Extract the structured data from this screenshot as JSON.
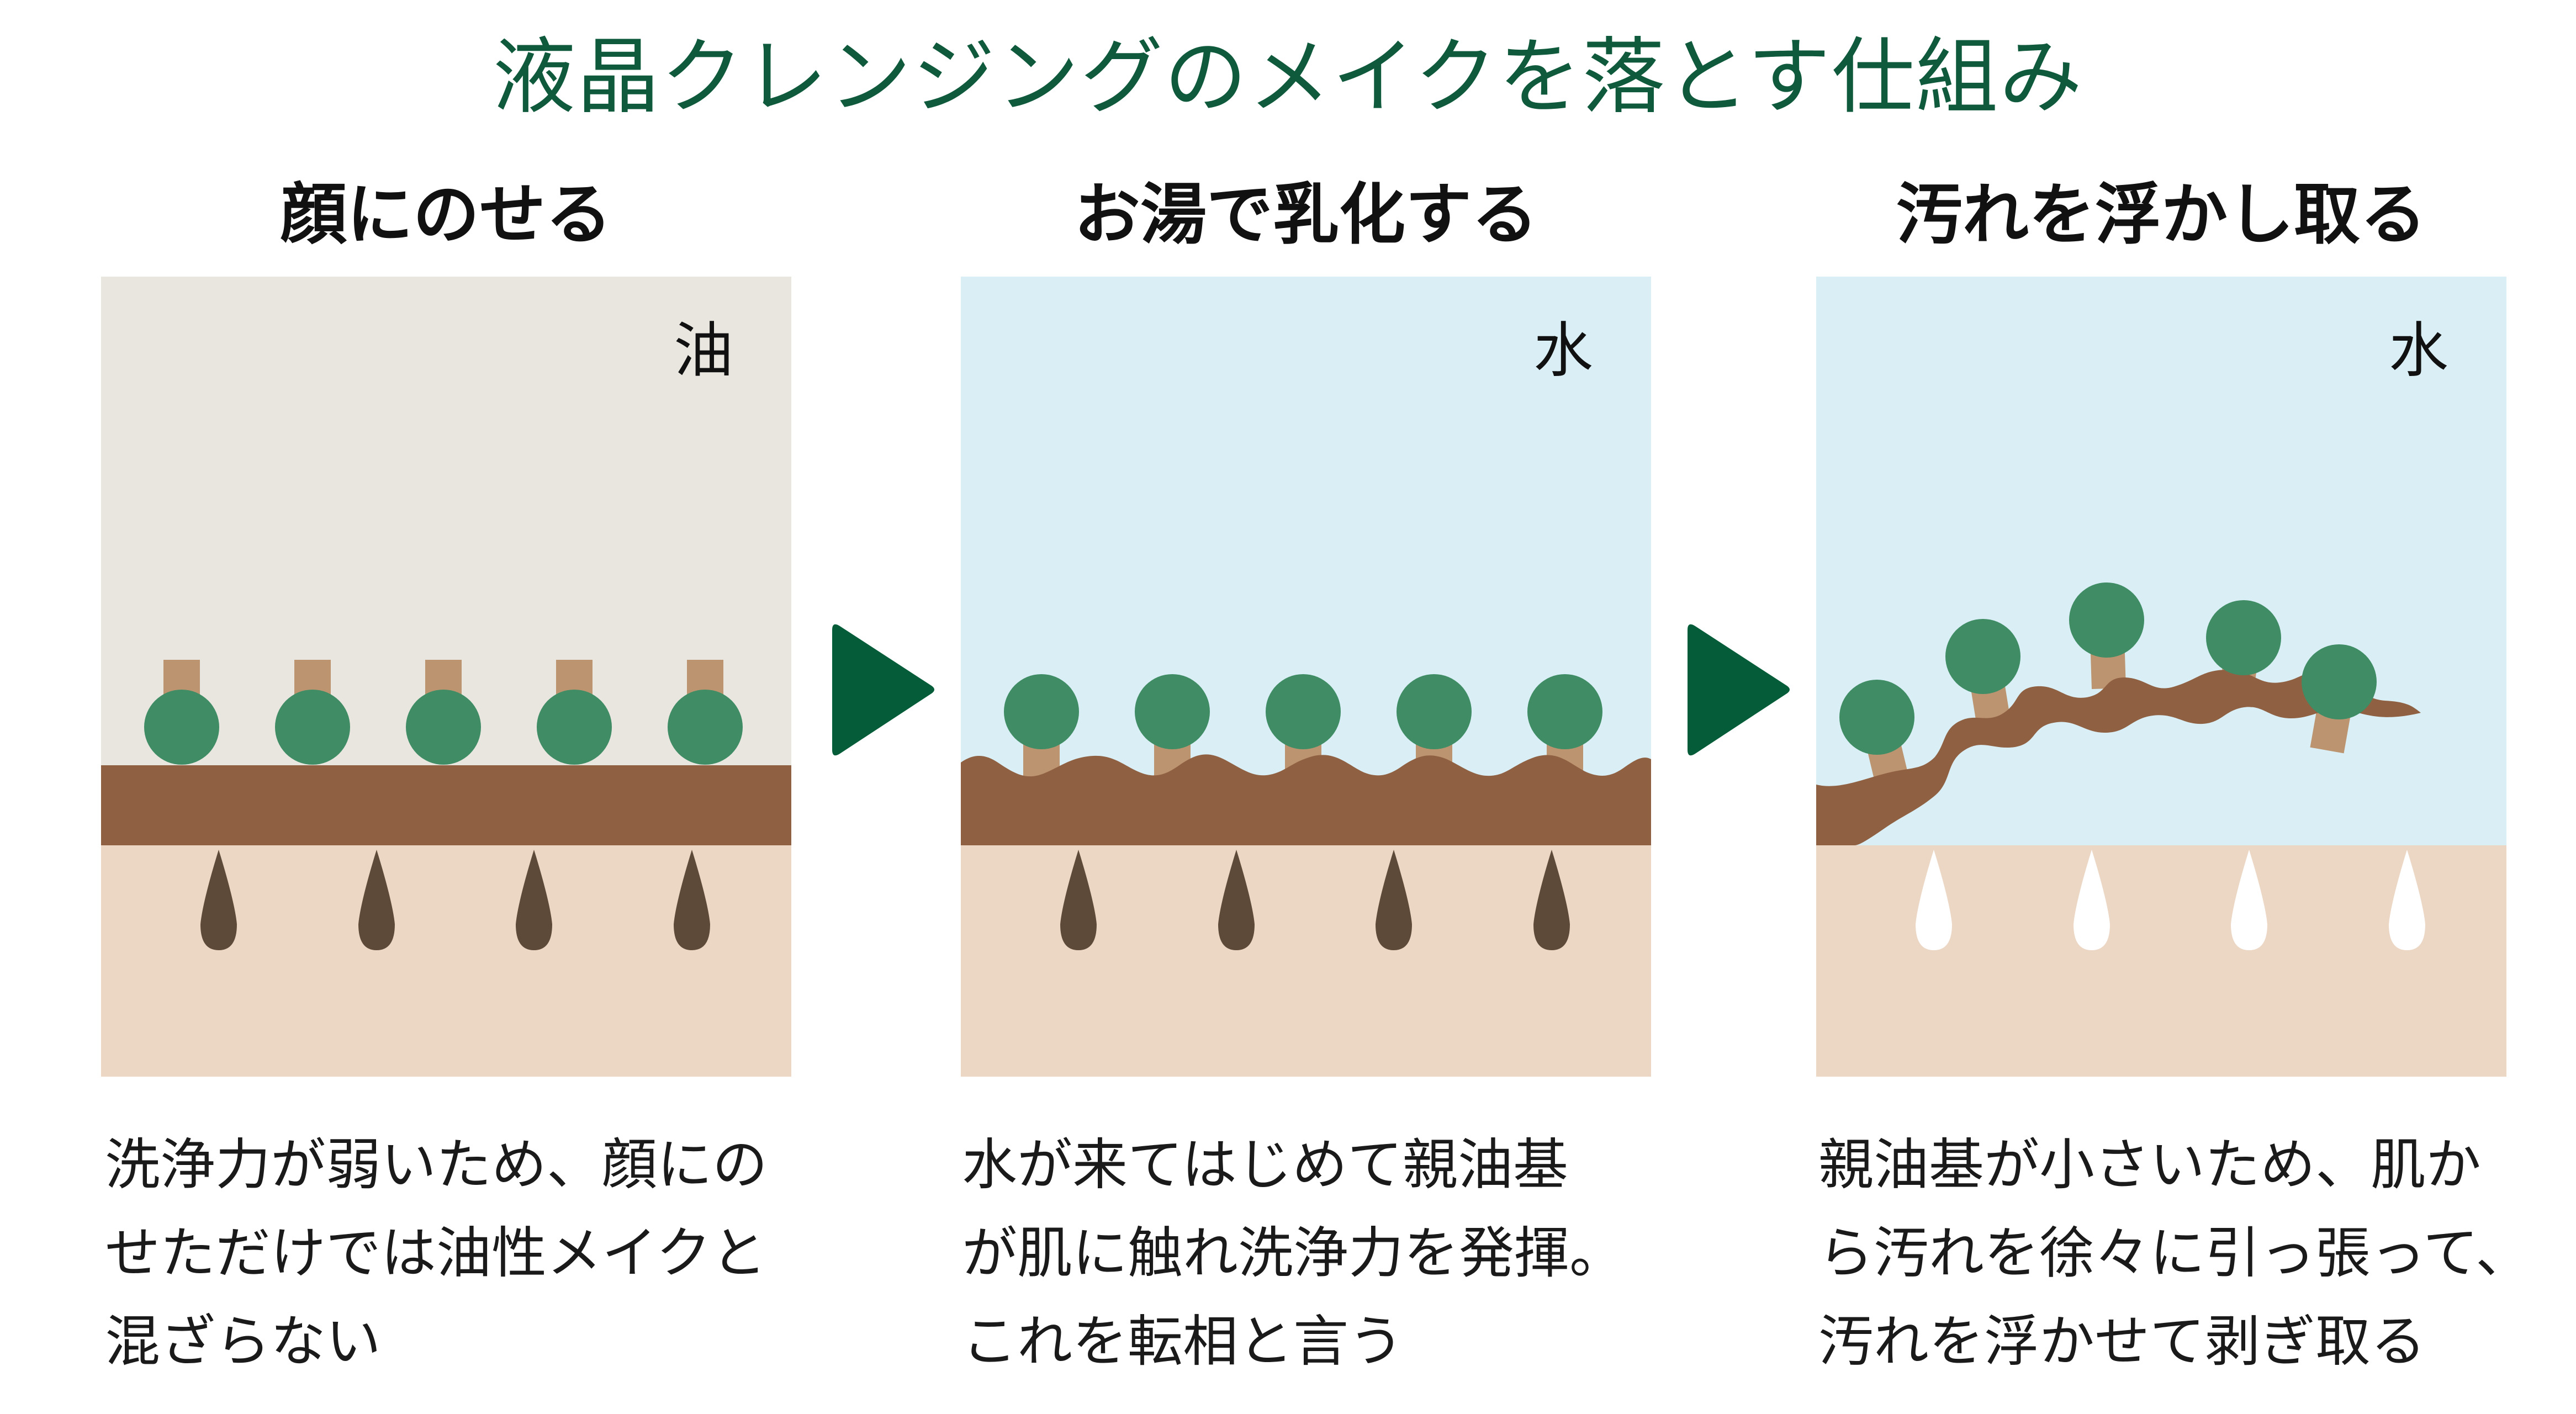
{
  "title": "液晶クレンジングのメイクを落とす仕組み",
  "colors": {
    "title": "#0f5a3c",
    "arrow": "#045c39",
    "oil_bg": "#e9e6e0",
    "water_bg": "#d9eff5",
    "skin": "#ecd6c4",
    "makeup": "#8f6042",
    "pore": "#5e4a39",
    "head": "#3f8c65",
    "tail": "#bc9470"
  },
  "steps": [
    {
      "title": "顔にのせる",
      "medium_label": "油",
      "description": [
        "洗浄力が弱いため、顔にの",
        "せただけでは油性メイクと",
        "混ざらない"
      ]
    },
    {
      "title": "お湯で乳化する",
      "medium_label": "水",
      "description": [
        "水が来てはじめて親油基",
        "が肌に触れ洗浄力を発揮。",
        "これを転相と言う"
      ]
    },
    {
      "title": "汚れを浮かし取る",
      "medium_label": "水",
      "description": [
        "親油基が小さいため、肌か",
        "ら汚れを徐々に引っ張って、",
        "汚れを浮かせて剥ぎ取る"
      ]
    }
  ]
}
